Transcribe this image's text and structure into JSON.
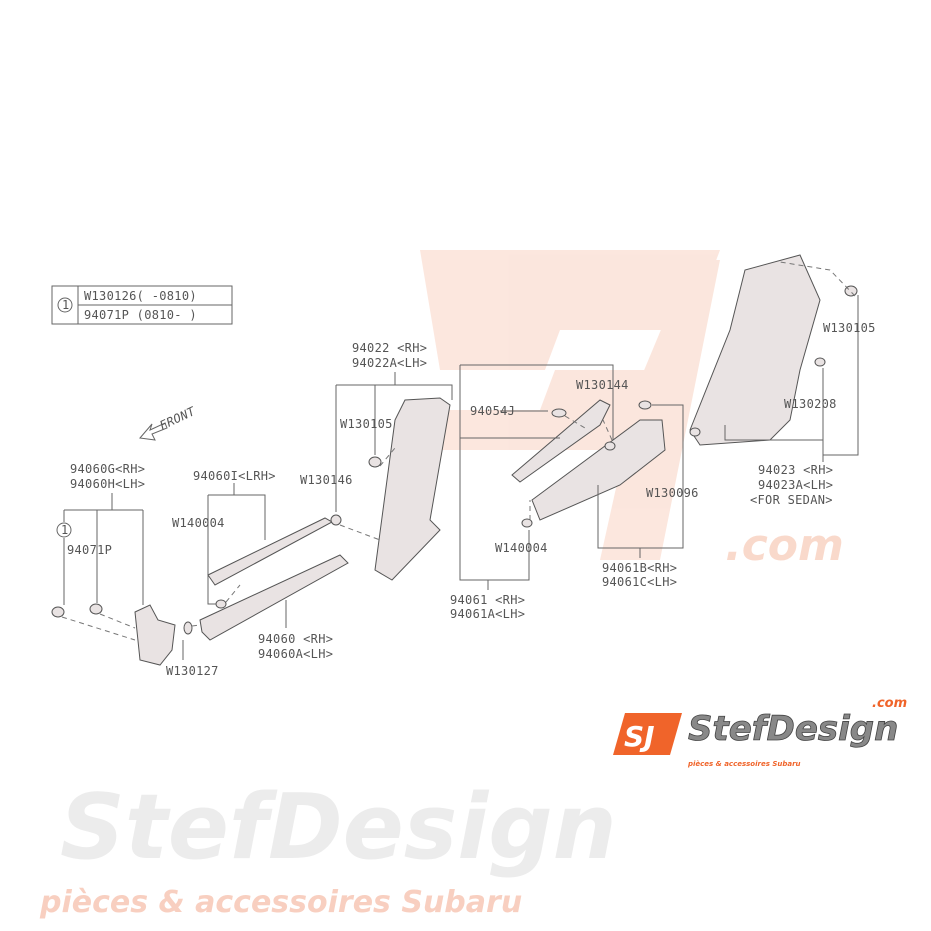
{
  "watermark": {
    "brand": "StefDesign",
    "domain": ".com",
    "tagline": "pièces & accessoires Subaru"
  },
  "logo": {
    "mark": "SJ",
    "brand": "StefDesign",
    "domain": ".com",
    "tagline": "pièces & accessoires Subaru",
    "accent": "#f0642a"
  },
  "legend": {
    "marker": "1",
    "rows": [
      "W130126(  -0810)",
      "94071P  (0810-  )"
    ]
  },
  "front_label": "FRONT",
  "labels": {
    "g_rh": "94060G<RH>",
    "g_lh": "94060H<LH>",
    "circle_marker": "1",
    "clip_94071p": "94071P",
    "i_lrh": "94060I<LRH>",
    "w140004_a": "W140004",
    "w130127": "W130127",
    "s_rh": "94060  <RH>",
    "s_lh": "94060A<LH>",
    "b_rh": "94022  <RH>",
    "b_lh": "94022A<LH>",
    "w130105_a": "W130105",
    "w130146": "W130146",
    "j94054": "94054J",
    "w130144": "W130144",
    "w130096": "W130096",
    "w140004_b": "W140004",
    "c_rh": "94061  <RH>",
    "c_lh": "94061A<LH>",
    "cb_rh": "94061B<RH>",
    "cb_lh": "94061C<LH>",
    "w130105_b": "W130105",
    "w130208": "W130208",
    "r_rh": "94023  <RH>",
    "r_lh": "94023A<LH>",
    "r_note": "<FOR SEDAN>"
  }
}
